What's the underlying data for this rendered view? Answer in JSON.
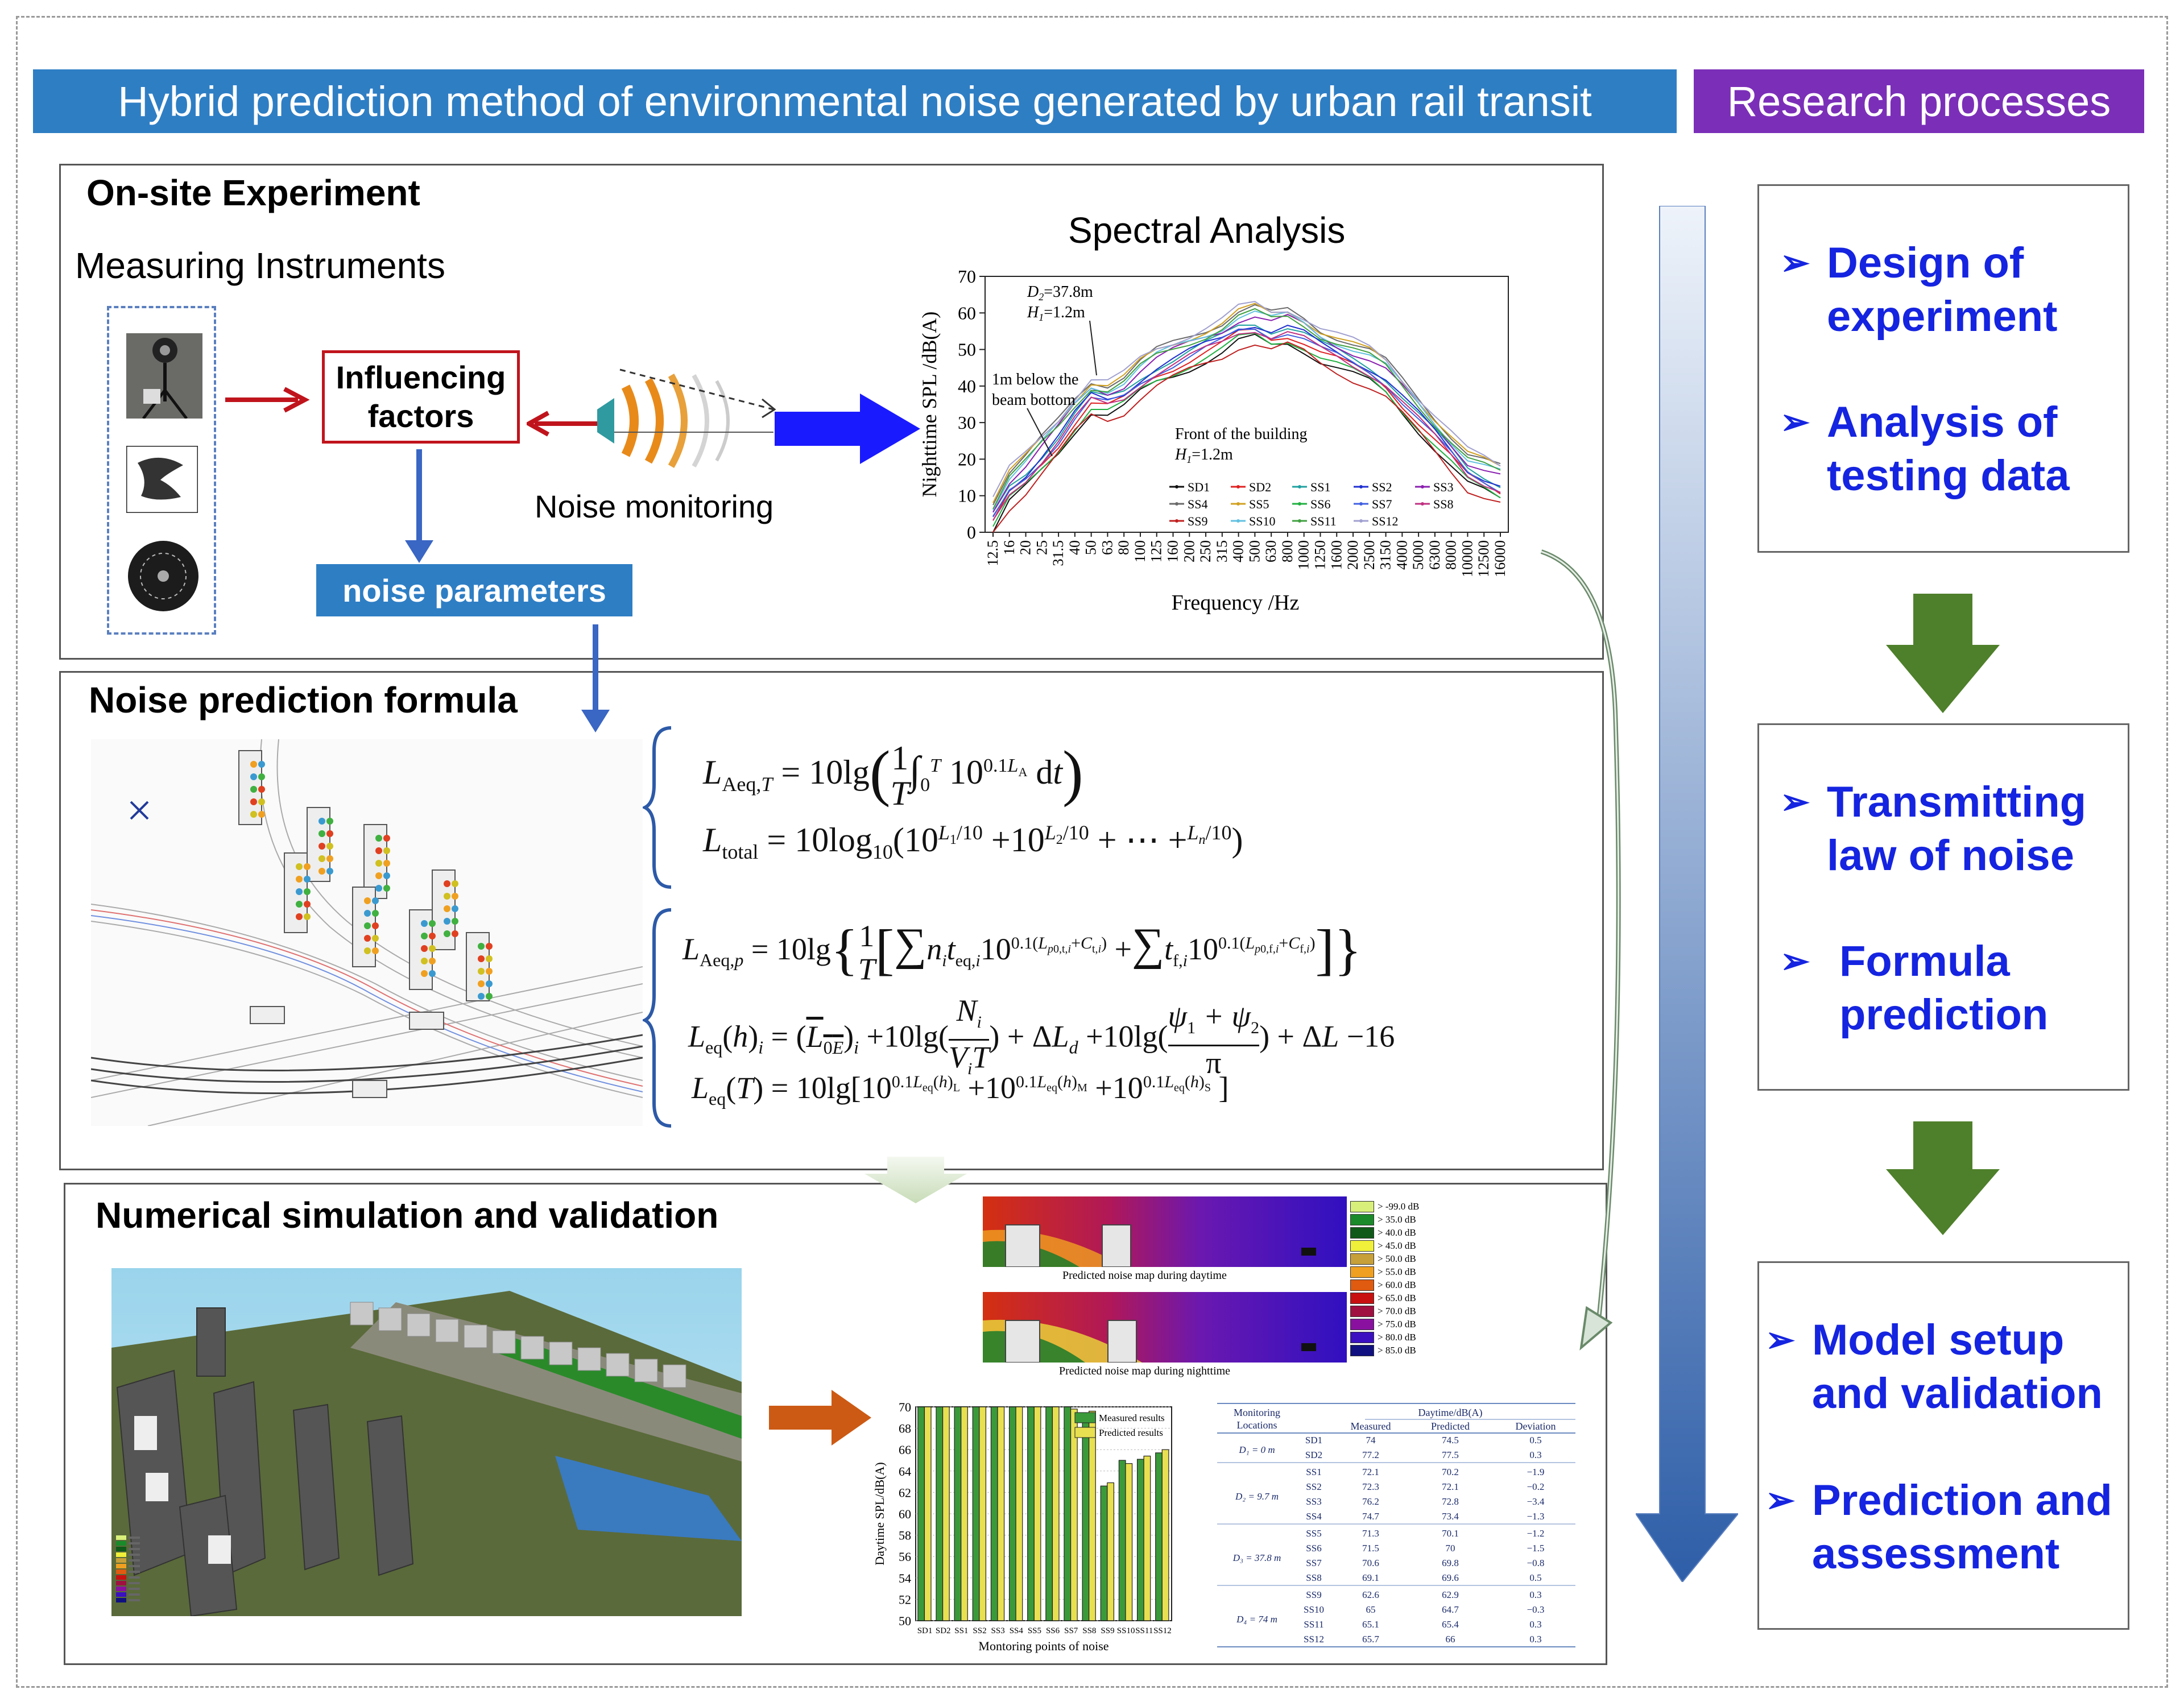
{
  "header": {
    "main_title": "Hybrid prediction method of environmental noise generated by urban rail transit",
    "side_title": "Research processes"
  },
  "colors": {
    "main_banner": "#2e7ec4",
    "side_banner": "#7b2fb8",
    "process_text": "#1524e0",
    "green_arrow": "#4e7f2a",
    "red_arrow": "#c0141c",
    "blue_arrow": "#1a1aff",
    "orange_arrow": "#cc5a14"
  },
  "onsite": {
    "title": "On-site Experiment",
    "instruments_label": "Measuring Instruments",
    "influencing_factors": "Influencing factors",
    "noise_monitoring": "Noise monitoring",
    "noise_parameters": "noise parameters",
    "spectral_title": "Spectral Analysis"
  },
  "spectral_chart": {
    "ylabel": "Nighttime SPL /dB(A)",
    "xlabel": "Frequency /Hz",
    "y_ticks": [
      "0",
      "10",
      "20",
      "30",
      "40",
      "50",
      "60",
      "70"
    ],
    "x_ticks": [
      "12.5",
      "16",
      "20",
      "25",
      "31.5",
      "40",
      "50",
      "63",
      "80",
      "100",
      "125",
      "160",
      "200",
      "250",
      "315",
      "400",
      "500",
      "630",
      "800",
      "1000",
      "1250",
      "1600",
      "2000",
      "2500",
      "3150",
      "4000",
      "5000",
      "6300",
      "8000",
      "10000",
      "12500",
      "16000"
    ],
    "annotations": {
      "a1": "D",
      "a1_sub": "2",
      "a1_rest": "=37.8m",
      "a2": "H",
      "a2_sub": "1",
      "a2_rest": "=1.2m",
      "a3": "1m below the",
      "a4": "beam bottom",
      "a5": "Front of the building",
      "a6": "H",
      "a6_sub": "1",
      "a6_rest": "=1.2m"
    },
    "legend": [
      "SD1",
      "SD2",
      "SS1",
      "SS2",
      "SS3",
      "SS4",
      "SS5",
      "SS6",
      "SS7",
      "SS8",
      "SS9",
      "SS10",
      "SS11",
      "SS12"
    ]
  },
  "formula": {
    "title": "Noise prediction formula"
  },
  "simulation": {
    "title": "Numerical simulation and validation",
    "map_day_caption": "Predicted noise map during daytime",
    "map_night_caption": "Predicted noise map during nighttime",
    "map_legend": [
      "> -99.0 dB",
      "> 35.0 dB",
      "> 40.0 dB",
      "> 45.0 dB",
      "> 50.0 dB",
      "> 55.0 dB",
      "> 60.0 dB",
      "> 65.0 dB",
      "> 70.0 dB",
      "> 75.0 dB",
      "> 80.0 dB",
      "> 85.0 dB"
    ],
    "map_legend_colors": [
      "#d8f07a",
      "#1a8a2a",
      "#0f5a18",
      "#f0f03a",
      "#c8a03a",
      "#f0a020",
      "#e05a10",
      "#c81010",
      "#a01040",
      "#8a10a0",
      "#3a10c0",
      "#101080"
    ]
  },
  "chart_data": {
    "type": "bar",
    "categories": [
      "SD1",
      "SD2",
      "SS1",
      "SS2",
      "SS3",
      "SS4",
      "SS5",
      "SS6",
      "SS7",
      "SS8",
      "SS9",
      "SS10",
      "SS11",
      "SS12"
    ],
    "series": [
      {
        "name": "Measured results",
        "values": [
          74,
          77.2,
          72.1,
          72.3,
          76.2,
          74.7,
          71.3,
          71.5,
          70.6,
          69.1,
          62.6,
          65,
          65.1,
          65.7
        ]
      },
      {
        "name": "Predicted results",
        "values": [
          74.5,
          77.5,
          70.2,
          72.1,
          72.8,
          73.4,
          70.1,
          70,
          69.8,
          69.6,
          62.9,
          64.7,
          65.4,
          66
        ]
      }
    ],
    "xlabel": "Montoring points of noise",
    "ylabel": "Daytime SPL/dB(A)",
    "y_ticks": [
      "50",
      "52",
      "54",
      "56",
      "58",
      "60",
      "62",
      "64",
      "66",
      "68",
      "70"
    ],
    "ylim": [
      50,
      70
    ]
  },
  "table": {
    "h_monitoring": "Monitoring",
    "h_locations": "Locations",
    "h_daytime": "Daytime/dB(A)",
    "h_measured": "Measured",
    "h_predicted": "Predicted",
    "h_deviation": "Deviation",
    "groups": [
      {
        "label": "D₁ = 0 m",
        "rows": [
          [
            "SD1",
            "74",
            "74.5",
            "0.5"
          ],
          [
            "SD2",
            "77.2",
            "77.5",
            "0.3"
          ]
        ]
      },
      {
        "label": "D₂ = 9.7 m",
        "rows": [
          [
            "SS1",
            "72.1",
            "70.2",
            "−1.9"
          ],
          [
            "SS2",
            "72.3",
            "72.1",
            "−0.2"
          ],
          [
            "SS3",
            "76.2",
            "72.8",
            "−3.4"
          ],
          [
            "SS4",
            "74.7",
            "73.4",
            "−1.3"
          ]
        ]
      },
      {
        "label": "D₃ = 37.8 m",
        "rows": [
          [
            "SS5",
            "71.3",
            "70.1",
            "−1.2"
          ],
          [
            "SS6",
            "71.5",
            "70",
            "−1.5"
          ],
          [
            "SS7",
            "70.6",
            "69.8",
            "−0.8"
          ],
          [
            "SS8",
            "69.1",
            "69.6",
            "0.5"
          ]
        ]
      },
      {
        "label": "D₄ = 74 m",
        "rows": [
          [
            "SS9",
            "62.6",
            "62.9",
            "0.3"
          ],
          [
            "SS10",
            "65",
            "64.7",
            "−0.3"
          ],
          [
            "SS11",
            "65.1",
            "65.4",
            "0.3"
          ],
          [
            "SS12",
            "65.7",
            "66",
            "0.3"
          ]
        ]
      }
    ]
  },
  "process": {
    "box1": [
      "Design of",
      "experiment",
      "Analysis of",
      "testing data"
    ],
    "box2": [
      "Transmitting",
      "law of noise",
      "Formula",
      "prediction"
    ],
    "box3": [
      "Model setup",
      "and validation",
      "Prediction and",
      "assessment"
    ]
  }
}
